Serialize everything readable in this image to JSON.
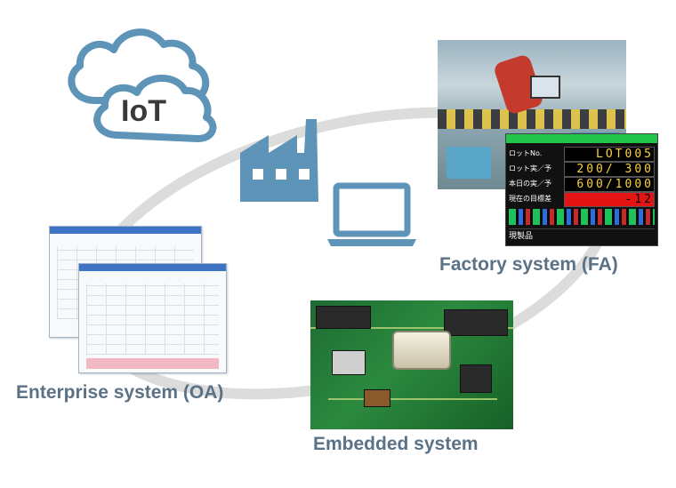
{
  "cloud": {
    "label": "IoT",
    "icon": "cloud-icon"
  },
  "icons": {
    "factory": "factory-icon",
    "laptop": "laptop-icon"
  },
  "colors": {
    "icon_blue": "#5d94b8",
    "label_gray": "#5a7186",
    "orbit_gray": "#d9d9d9"
  },
  "fa": {
    "caption": "Factory system (FA)",
    "panel": {
      "rows": [
        {
          "key": "ロットNo.",
          "value": "LOT005"
        },
        {
          "key": "ロット実／予",
          "value": "200/ 300"
        },
        {
          "key": "本日の実／予",
          "value": "600/1000"
        },
        {
          "key": "現在の目標差",
          "value": "-12"
        }
      ],
      "footer": "現製品"
    }
  },
  "oa": {
    "caption": "Enterprise system (OA)"
  },
  "embedded": {
    "caption": "Embedded system"
  }
}
